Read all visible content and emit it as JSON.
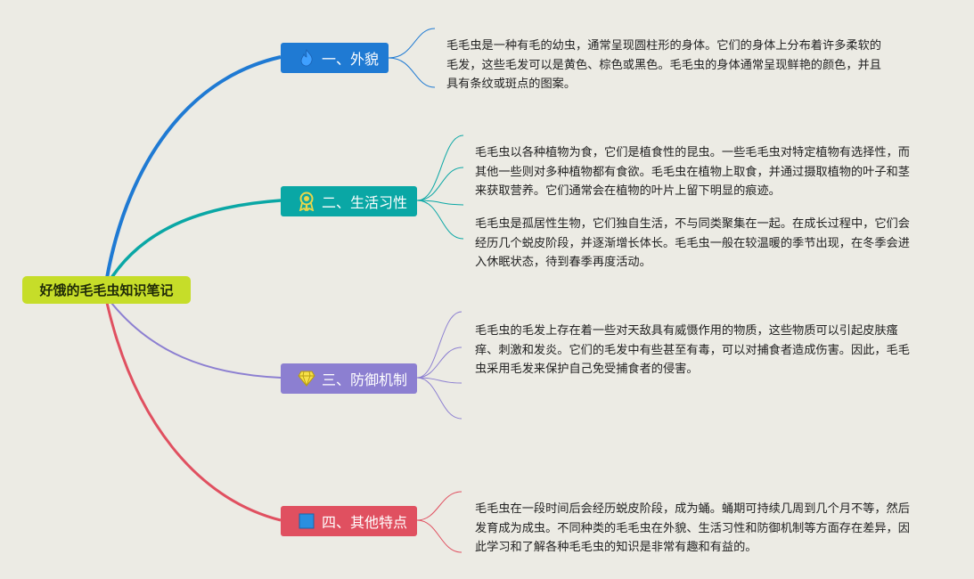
{
  "root": {
    "label": "好饿的毛毛虫知识笔记"
  },
  "branches": [
    {
      "label": "一、外貌",
      "color": "#1f7ad3",
      "icon": "flame-icon"
    },
    {
      "label": "二、生活习性",
      "color": "#0aa7a5",
      "icon": "award-ribbon-icon"
    },
    {
      "label": "三、防御机制",
      "color": "#8c7fd1",
      "icon": "diamond-icon"
    },
    {
      "label": "四、其他特点",
      "color": "#e05060",
      "icon": "square-icon"
    }
  ],
  "notes": {
    "appearance": "毛毛虫是一种有毛的幼虫，通常呈现圆柱形的身体。它们的身体上分布着许多柔软的毛发，这些毛发可以是黄色、棕色或黑色。毛毛虫的身体通常呈现鲜艳的颜色，并且具有条纹或斑点的图案。",
    "habits_1": "毛毛虫以各种植物为食，它们是植食性的昆虫。一些毛毛虫对特定植物有选择性，而其他一些则对多种植物都有食欲。毛毛虫在植物上取食，并通过摄取植物的叶子和茎来获取营养。它们通常会在植物的叶片上留下明显的痕迹。",
    "habits_2": "毛毛虫是孤居性生物，它们独自生活，不与同类聚集在一起。在成长过程中，它们会经历几个蜕皮阶段，并逐渐增长体长。毛毛虫一般在较温暖的季节出现，在冬季会进入休眠状态，待到春季再度活动。",
    "defense": "毛毛虫的毛发上存在着一些对天敌具有威慑作用的物质，这些物质可以引起皮肤瘙痒、刺激和发炎。它们的毛发中有些甚至有毒，可以对捕食者造成伤害。因此，毛毛虫采用毛发来保护自己免受捕食者的侵害。",
    "other": "毛毛虫在一段时间后会经历蜕皮阶段，成为蛹。蛹期可持续几周到几个月不等，然后发育成为成虫。不同种类的毛毛虫在外貌、生活习性和防御机制等方面存在差异，因此学习和了解各种毛毛虫的知识是非常有趣和有益的。"
  }
}
